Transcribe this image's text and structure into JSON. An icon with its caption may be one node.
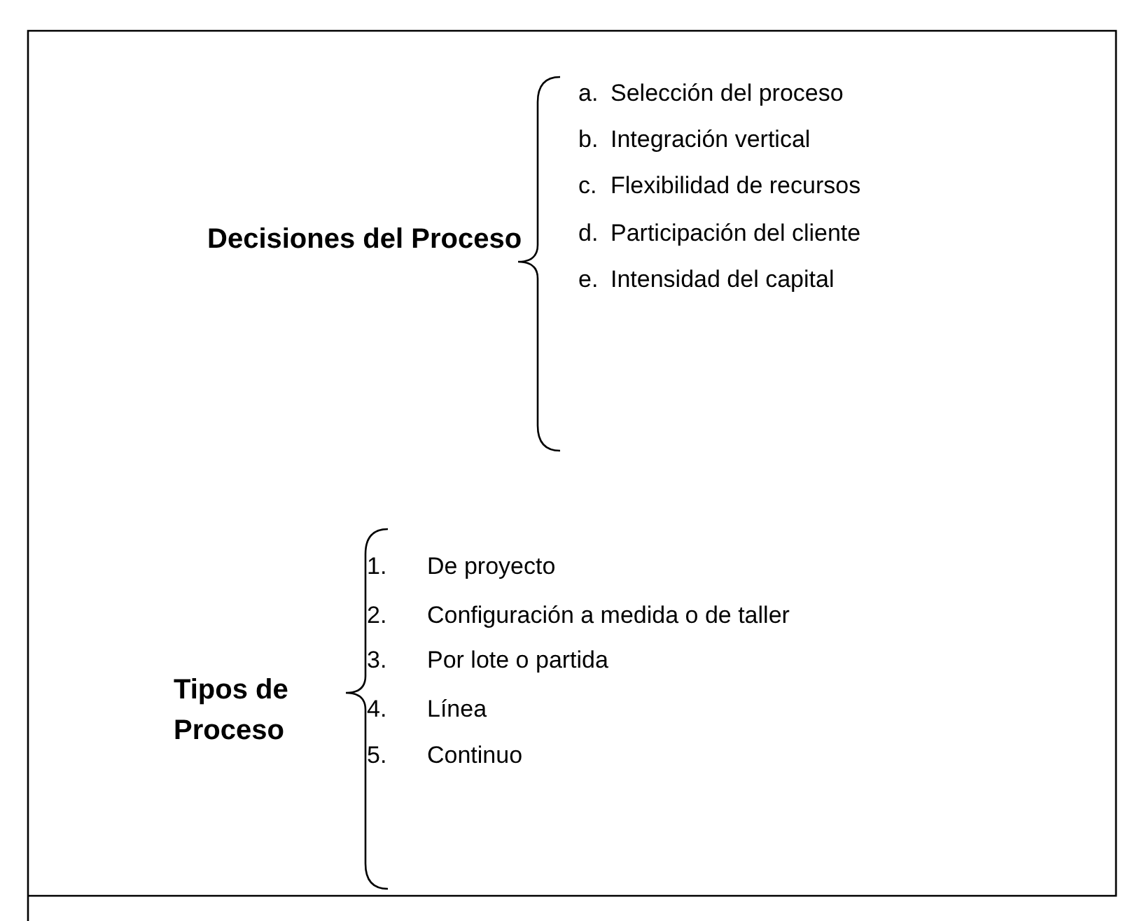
{
  "diagram": {
    "labels": [
      "Decisiones del Proceso",
      "a.",
      "Selección del proceso",
      "b.",
      "Integración vertical",
      "c.",
      "Flexibilidad de recursos",
      "d.",
      "Participación del cliente",
      "e.",
      "Intensidad del capital",
      "Tipos de Proceso",
      "1.",
      "De proyecto",
      "2.",
      "Configuración a medida o de taller",
      "3.",
      "Por lote o partida",
      "4.",
      "Línea",
      "5.",
      "Continuo"
    ]
  }
}
